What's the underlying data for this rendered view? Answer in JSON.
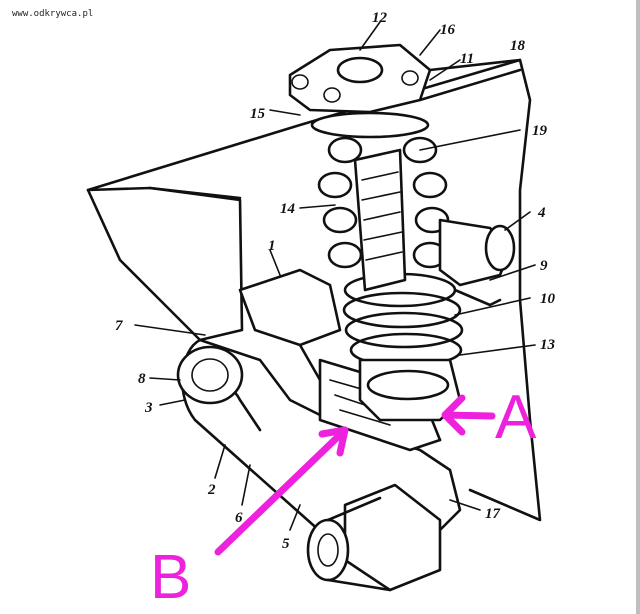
{
  "watermark": "www.odkrywca.pl",
  "callouts": {
    "a": "A",
    "b": "B"
  },
  "accent_color": "#ee22dd",
  "reference_numbers": {
    "n12": "12",
    "n16": "16",
    "n11": "11",
    "n18": "18",
    "n15": "15",
    "n19": "19",
    "n14": "14",
    "n4": "4",
    "n1": "1",
    "n9": "9",
    "n10": "10",
    "n7": "7",
    "n13": "13",
    "n8": "8",
    "n3": "3",
    "n2": "2",
    "n6": "6",
    "n5": "5",
    "n17": "17"
  }
}
